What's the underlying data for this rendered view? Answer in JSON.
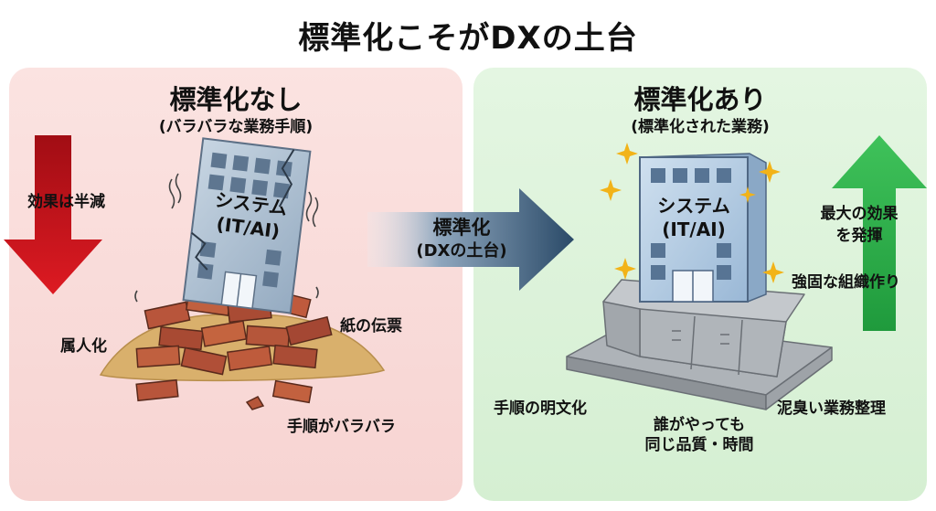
{
  "title": "標準化こそがDXの土台",
  "left": {
    "title": "標準化なし",
    "subtitle": "(バラバラな業務手順)",
    "arrow_label": "効果は半減",
    "building_line1": "システム",
    "building_line2": "(IT/AI)",
    "label_person": "属人化",
    "label_paper": "紙の伝票",
    "label_steps": "手順がバラバラ"
  },
  "middle": {
    "arrow_line1": "標準化",
    "arrow_line2": "(DXの土台)"
  },
  "right": {
    "title": "標準化あり",
    "subtitle": "(標準化された業務)",
    "building_line1": "システム",
    "building_line2": "(IT/AI)",
    "arrow_label_line1": "最大の効果",
    "arrow_label_line2": "を発揮",
    "label_org": "強固な組織作り",
    "label_doc": "手順の明文化",
    "label_quality_line1": "誰がやっても",
    "label_quality_line2": "同じ品質・時間",
    "label_cleanup": "泥臭い業務整理"
  },
  "colors": {
    "left_panel": "#f7d4d2",
    "right_panel": "#d5efd2",
    "down_arrow": "#c4121b",
    "up_arrow": "#27a844",
    "middle_arrow": "#2e4d6b",
    "brick": "#b5543a",
    "sand": "#d8b170",
    "building": "#a9bed3",
    "foundation": "#b9bdc1",
    "sparkle": "#f2b318"
  }
}
